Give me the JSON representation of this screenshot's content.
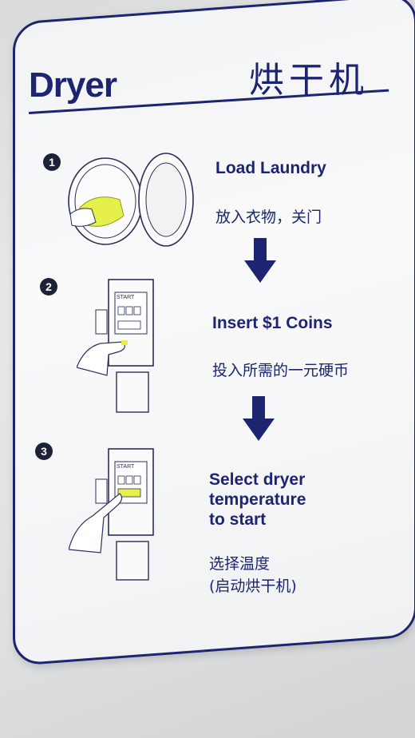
{
  "title": {
    "english": "Dryer",
    "chinese": "烘干机"
  },
  "steps": [
    {
      "number": "1",
      "english": "Load Laundry",
      "chinese": "放入衣物，关门"
    },
    {
      "number": "2",
      "english": "Insert $1 Coins",
      "chinese": "投入所需的一元硬币"
    },
    {
      "number": "3",
      "english_lines": [
        "Select dryer",
        "temperature",
        "to start"
      ],
      "chinese_lines": [
        "选择温度",
        "(启动烘干机)"
      ]
    }
  ],
  "panel_label": "START",
  "colors": {
    "navy": "#1d2470",
    "yellow": "#e6f04a",
    "sign_bg": "#f7f8f9"
  }
}
